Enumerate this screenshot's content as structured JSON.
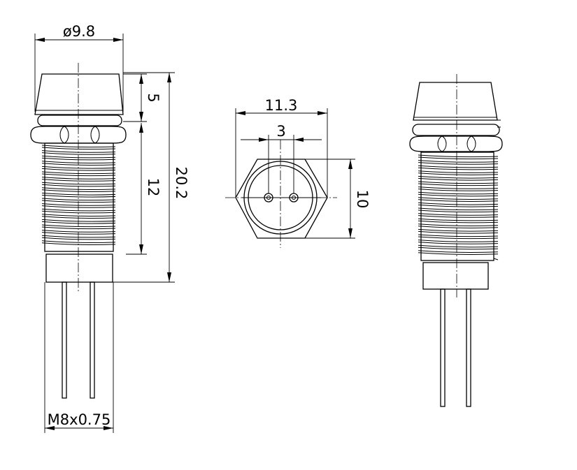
{
  "drawing": {
    "side_view": {
      "dim_diameter": "ø9.8",
      "dim_cap_height": "5",
      "dim_thread_length": "12",
      "dim_total_height": "20.2",
      "dim_thread_spec": "M8x0.75"
    },
    "top_view": {
      "dim_hex_width": "11.3",
      "dim_pin_spacing": "3",
      "dim_hex_across_flats": "10"
    }
  }
}
